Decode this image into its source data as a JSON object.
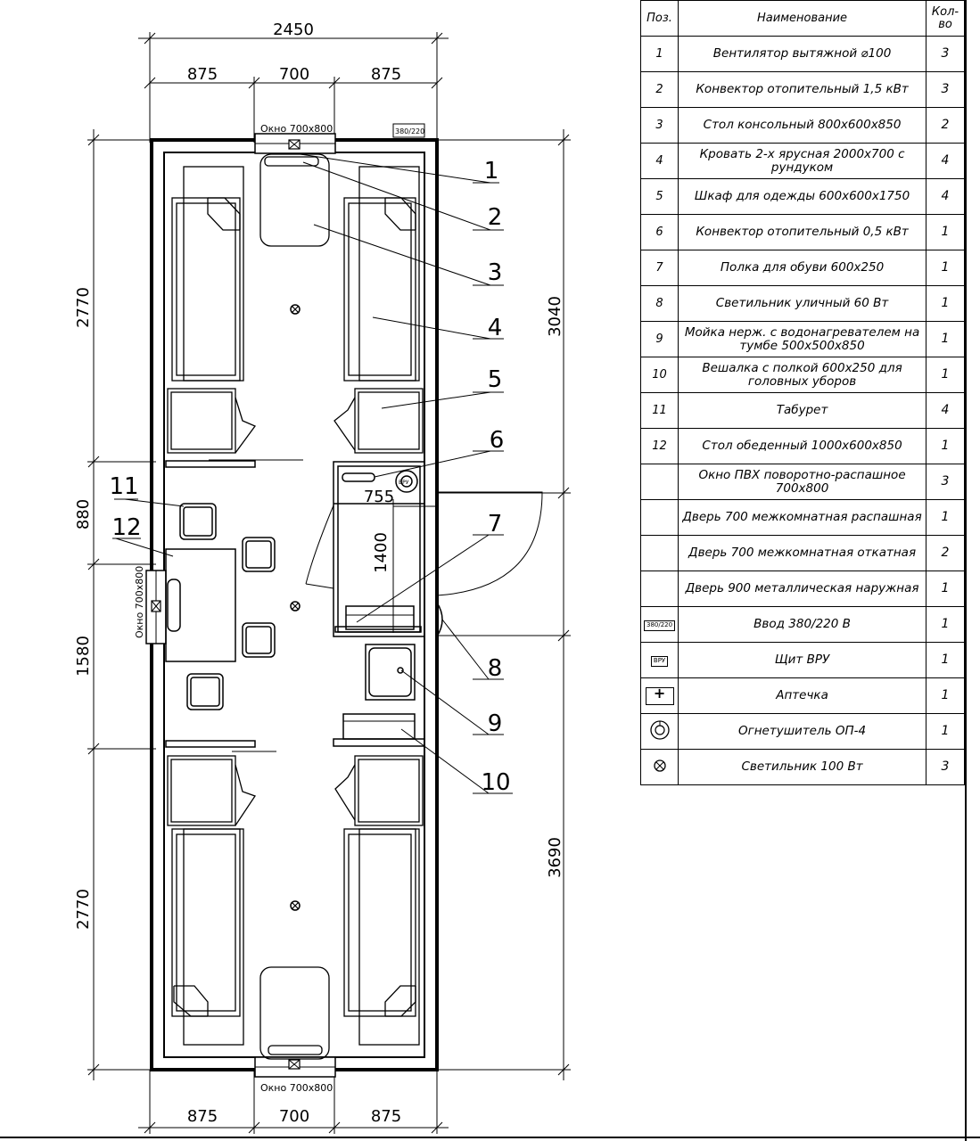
{
  "plan": {
    "dims_top": {
      "total": "2450",
      "left": "875",
      "center": "700",
      "right": "875"
    },
    "dims_bottom": {
      "left": "875",
      "center": "700",
      "right": "875"
    },
    "dims_left": {
      "top": "2770",
      "middle": "880",
      "lower": "1580",
      "bottom": "2770"
    },
    "dims_right": {
      "top": "3040",
      "bottom": "3690"
    },
    "inner_dims": {
      "wet_width": "755",
      "wet_height": "1400"
    },
    "window_top": "Окно 700x800",
    "window_left": "Окно 700x800",
    "window_bottom": "Окно 700x800",
    "panel_label": "380/220",
    "panel_small": "ВРУ",
    "callouts": [
      "1",
      "2",
      "3",
      "4",
      "5",
      "6",
      "7",
      "8",
      "9",
      "10",
      "11",
      "12"
    ]
  },
  "table": {
    "headers": {
      "pos": "Поз.",
      "name": "Наименование",
      "qty": "Кол-во"
    },
    "rows": [
      {
        "pos": "1",
        "name": "Вентилятор вытяжной ⌀100",
        "qty": "3"
      },
      {
        "pos": "2",
        "name": "Конвектор отопительный 1,5 кВт",
        "qty": "3"
      },
      {
        "pos": "3",
        "name": "Стол консольный 800x600x850",
        "qty": "2"
      },
      {
        "pos": "4",
        "name": "Кровать 2-х ярусная 2000x700 с рундуком",
        "qty": "4"
      },
      {
        "pos": "5",
        "name": "Шкаф для одежды 600x600x1750",
        "qty": "4"
      },
      {
        "pos": "6",
        "name": "Конвектор отопительный 0,5 кВт",
        "qty": "1"
      },
      {
        "pos": "7",
        "name": "Полка для обуви 600x250",
        "qty": "1"
      },
      {
        "pos": "8",
        "name": "Светильник уличный 60 Вт",
        "qty": "1"
      },
      {
        "pos": "9",
        "name": "Мойка нерж. с водонагревателем на тумбе 500x500x850",
        "qty": "1"
      },
      {
        "pos": "10",
        "name": "Вешалка с полкой 600x250 для головных уборов",
        "qty": "1"
      },
      {
        "pos": "11",
        "name": "Табурет",
        "qty": "4"
      },
      {
        "pos": "12",
        "name": "Стол обеденный 1000x600x850",
        "qty": "1"
      },
      {
        "pos": "",
        "name": "Окно ПВХ поворотно-распашное 700x800",
        "qty": "3"
      },
      {
        "pos": "",
        "name": "Дверь 700 межкомнатная распашная",
        "qty": "1"
      },
      {
        "pos": "",
        "name": "Дверь 700 межкомнатная откатная",
        "qty": "2"
      },
      {
        "pos": "",
        "name": "Дверь 900 металлическая наружная",
        "qty": "1"
      },
      {
        "pos_symbol": "380/220",
        "name": "Ввод 380/220 В",
        "qty": "1"
      },
      {
        "pos_symbol": "ВРУ",
        "name": "Щит ВРУ",
        "qty": "1"
      },
      {
        "pos_symbol": "+",
        "name": "Аптечка",
        "qty": "1"
      },
      {
        "pos_symbol": "fire-extinguisher",
        "name": "Огнетушитель ОП-4",
        "qty": "1"
      },
      {
        "pos_symbol": "lamp",
        "name": "Светильник 100 Вт",
        "qty": "3"
      }
    ]
  }
}
